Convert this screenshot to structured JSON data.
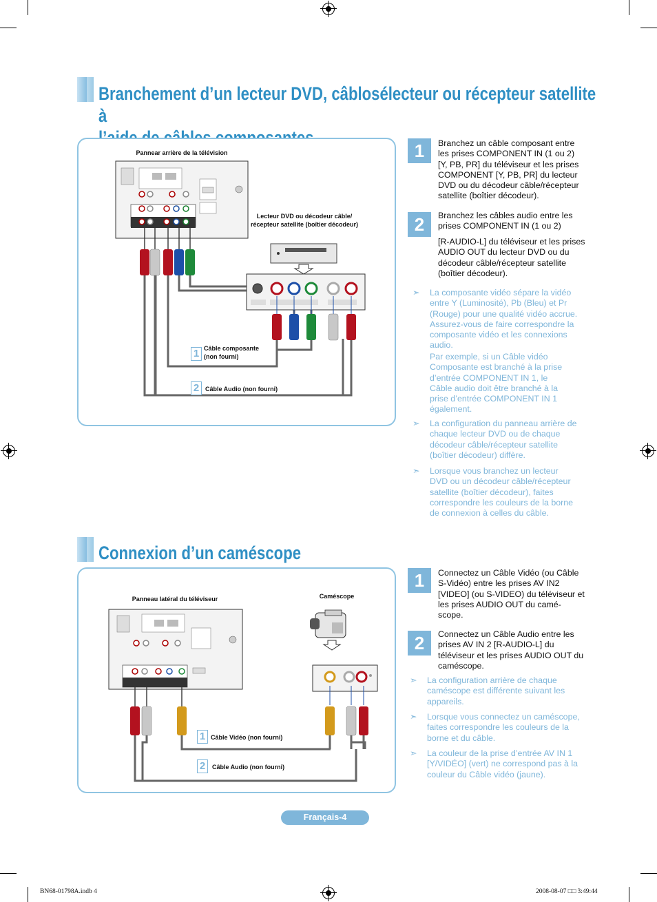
{
  "section1": {
    "title_line1": "Branchement d’un lecteur DVD, câblosélecteur ou récepteur satellite à",
    "title_line2": "l’aide de câbles composantes",
    "diagram": {
      "tv_panel_label": "Pannear arrière de la télévision",
      "dvd_label": "Lecteur DVD ou décodeur câble/ récepteur satellite (boîtier décodeur)",
      "cable1_num": "1",
      "cable1_label": "Câble composante (non fourni)",
      "cable2_num": "2",
      "cable2_label": "Câble Audio (non fourni)"
    },
    "steps": [
      {
        "num": "1",
        "text": "Branchez un câble composant entre les prises COMPONENT IN (1 ou 2) [Y, PB, PR] du téléviseur et les prises COMPONENT [Y, PB, PR] du lecteur DVD ou du décodeur câble/récepteur satellite (boîtier décodeur)."
      },
      {
        "num": "2",
        "text": "Branchez les câbles audio entre les prises COMPONENT IN (1 ou 2)",
        "text2": "[R-AUDIO-L] du téléviseur et les prises AUDIO OUT du lecteur DVD ou du décodeur câble/récepteur satellite (boîtier décodeur)."
      }
    ],
    "notes": [
      {
        "text": "La composante vidéo sépare la vidéo entre Y (Luminosité), Pb (Bleu) et Pr (Rouge) pour une qualité vidéo accrue. Assurez-vous de faire correspondre la composante vidéo et les connexions audio.",
        "text2": "Par exemple, si un Câble vidéo Composante est branché à la prise d’entrée COMPONENT IN 1, le Câble audio doit être branché à la prise d’entrée COMPONENT IN 1 également."
      },
      {
        "text": "La configuration du panneau arrière de chaque lecteur DVD ou de chaque décodeur câble/récepteur satellite (boîtier décodeur) diffère."
      },
      {
        "text": "Lorsque vous branchez un lecteur DVD ou un décodeur câble/récepteur satellite (boîtier décodeur), faites correspondre les couleurs de la borne de connexion à celles du câble."
      }
    ]
  },
  "section2": {
    "title": "Connexion d’un caméscope",
    "diagram": {
      "tv_panel_label": "Panneau latéral du téléviseur",
      "camcorder_label": "Caméscope",
      "cable1_num": "1",
      "cable1_label": "Câble Vidéo (non fourni)",
      "cable2_num": "2",
      "cable2_label": "Câble Audio (non fourni)"
    },
    "steps": [
      {
        "num": "1",
        "text": "Connectez un Câble Vidéo (ou Câble S-Vidéo) entre les prises AV IN2 [VIDEO] (ou S-VIDEO) du téléviseur et les prises AUDIO OUT du camé-scope."
      },
      {
        "num": "2",
        "text": "Connectez un Câble Audio entre les prises AV IN 2 [R-AUDIO-L] du téléviseur et les prises AUDIO OUT du caméscope."
      }
    ],
    "notes": [
      {
        "text": "La configuration arrière de chaque caméscope est différente suivant les appareils."
      },
      {
        "text": "Lorsque vous connectez un caméscope, faites correspondre les couleurs de la borne et du câble."
      },
      {
        "text": "La couleur de la prise d’entrée AV IN 1 [Y/VIDÉO] (vert) ne correspond pas à la couleur du Câble vidéo (jaune)."
      }
    ]
  },
  "footer": {
    "page_label": "Français-4",
    "slug_left": "BN68-01798A.indb   4",
    "slug_right": "2008-08-07   □□ 3:49:44"
  },
  "colors": {
    "accent": "#2f8fc4",
    "note": "#7fb6da",
    "panel_border": "#8fc4e2"
  }
}
